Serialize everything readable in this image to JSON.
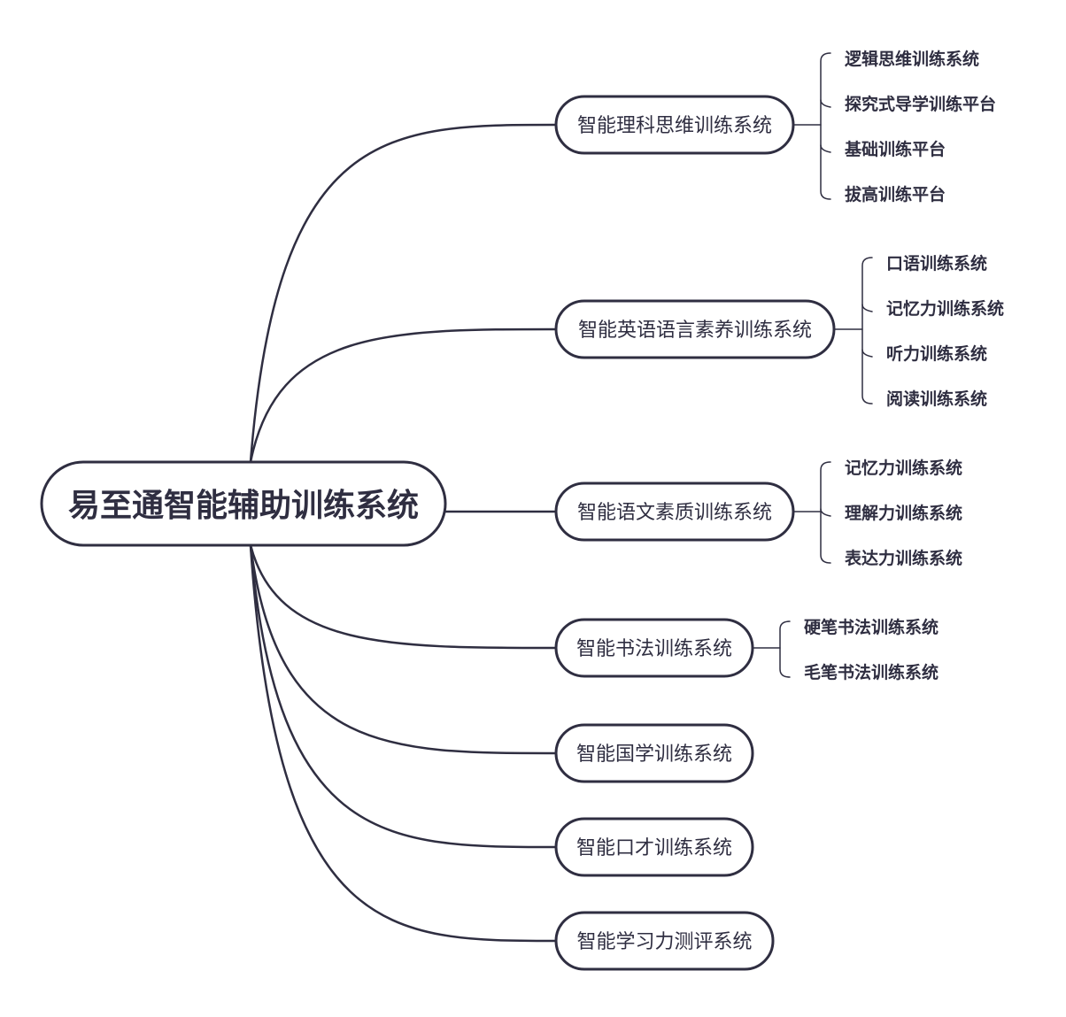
{
  "root": {
    "label": "易至通智能辅助训练系统"
  },
  "branches": [
    {
      "label": "智能理科思维训练系统",
      "children": [
        "逻辑思维训练系统",
        "探究式导学训练平台",
        "基础训练平台",
        "拔高训练平台"
      ]
    },
    {
      "label": "智能英语语言素养训练系统",
      "children": [
        "口语训练系统",
        "记忆力训练系统",
        "听力训练系统",
        "阅读训练系统"
      ]
    },
    {
      "label": "智能语文素质训练系统",
      "children": [
        "记忆力训练系统",
        "理解力训练系统",
        "表达力训练系统"
      ]
    },
    {
      "label": "智能书法训练系统",
      "children": [
        "硬笔书法训练系统",
        "毛笔书法训练系统"
      ]
    },
    {
      "label": "智能国学训练系统",
      "children": []
    },
    {
      "label": "智能口才训练系统",
      "children": []
    },
    {
      "label": "智能学习力测评系统",
      "children": []
    }
  ],
  "colors": {
    "stroke": "#2f2e41",
    "text": "#2f2e41",
    "background": "#ffffff"
  }
}
